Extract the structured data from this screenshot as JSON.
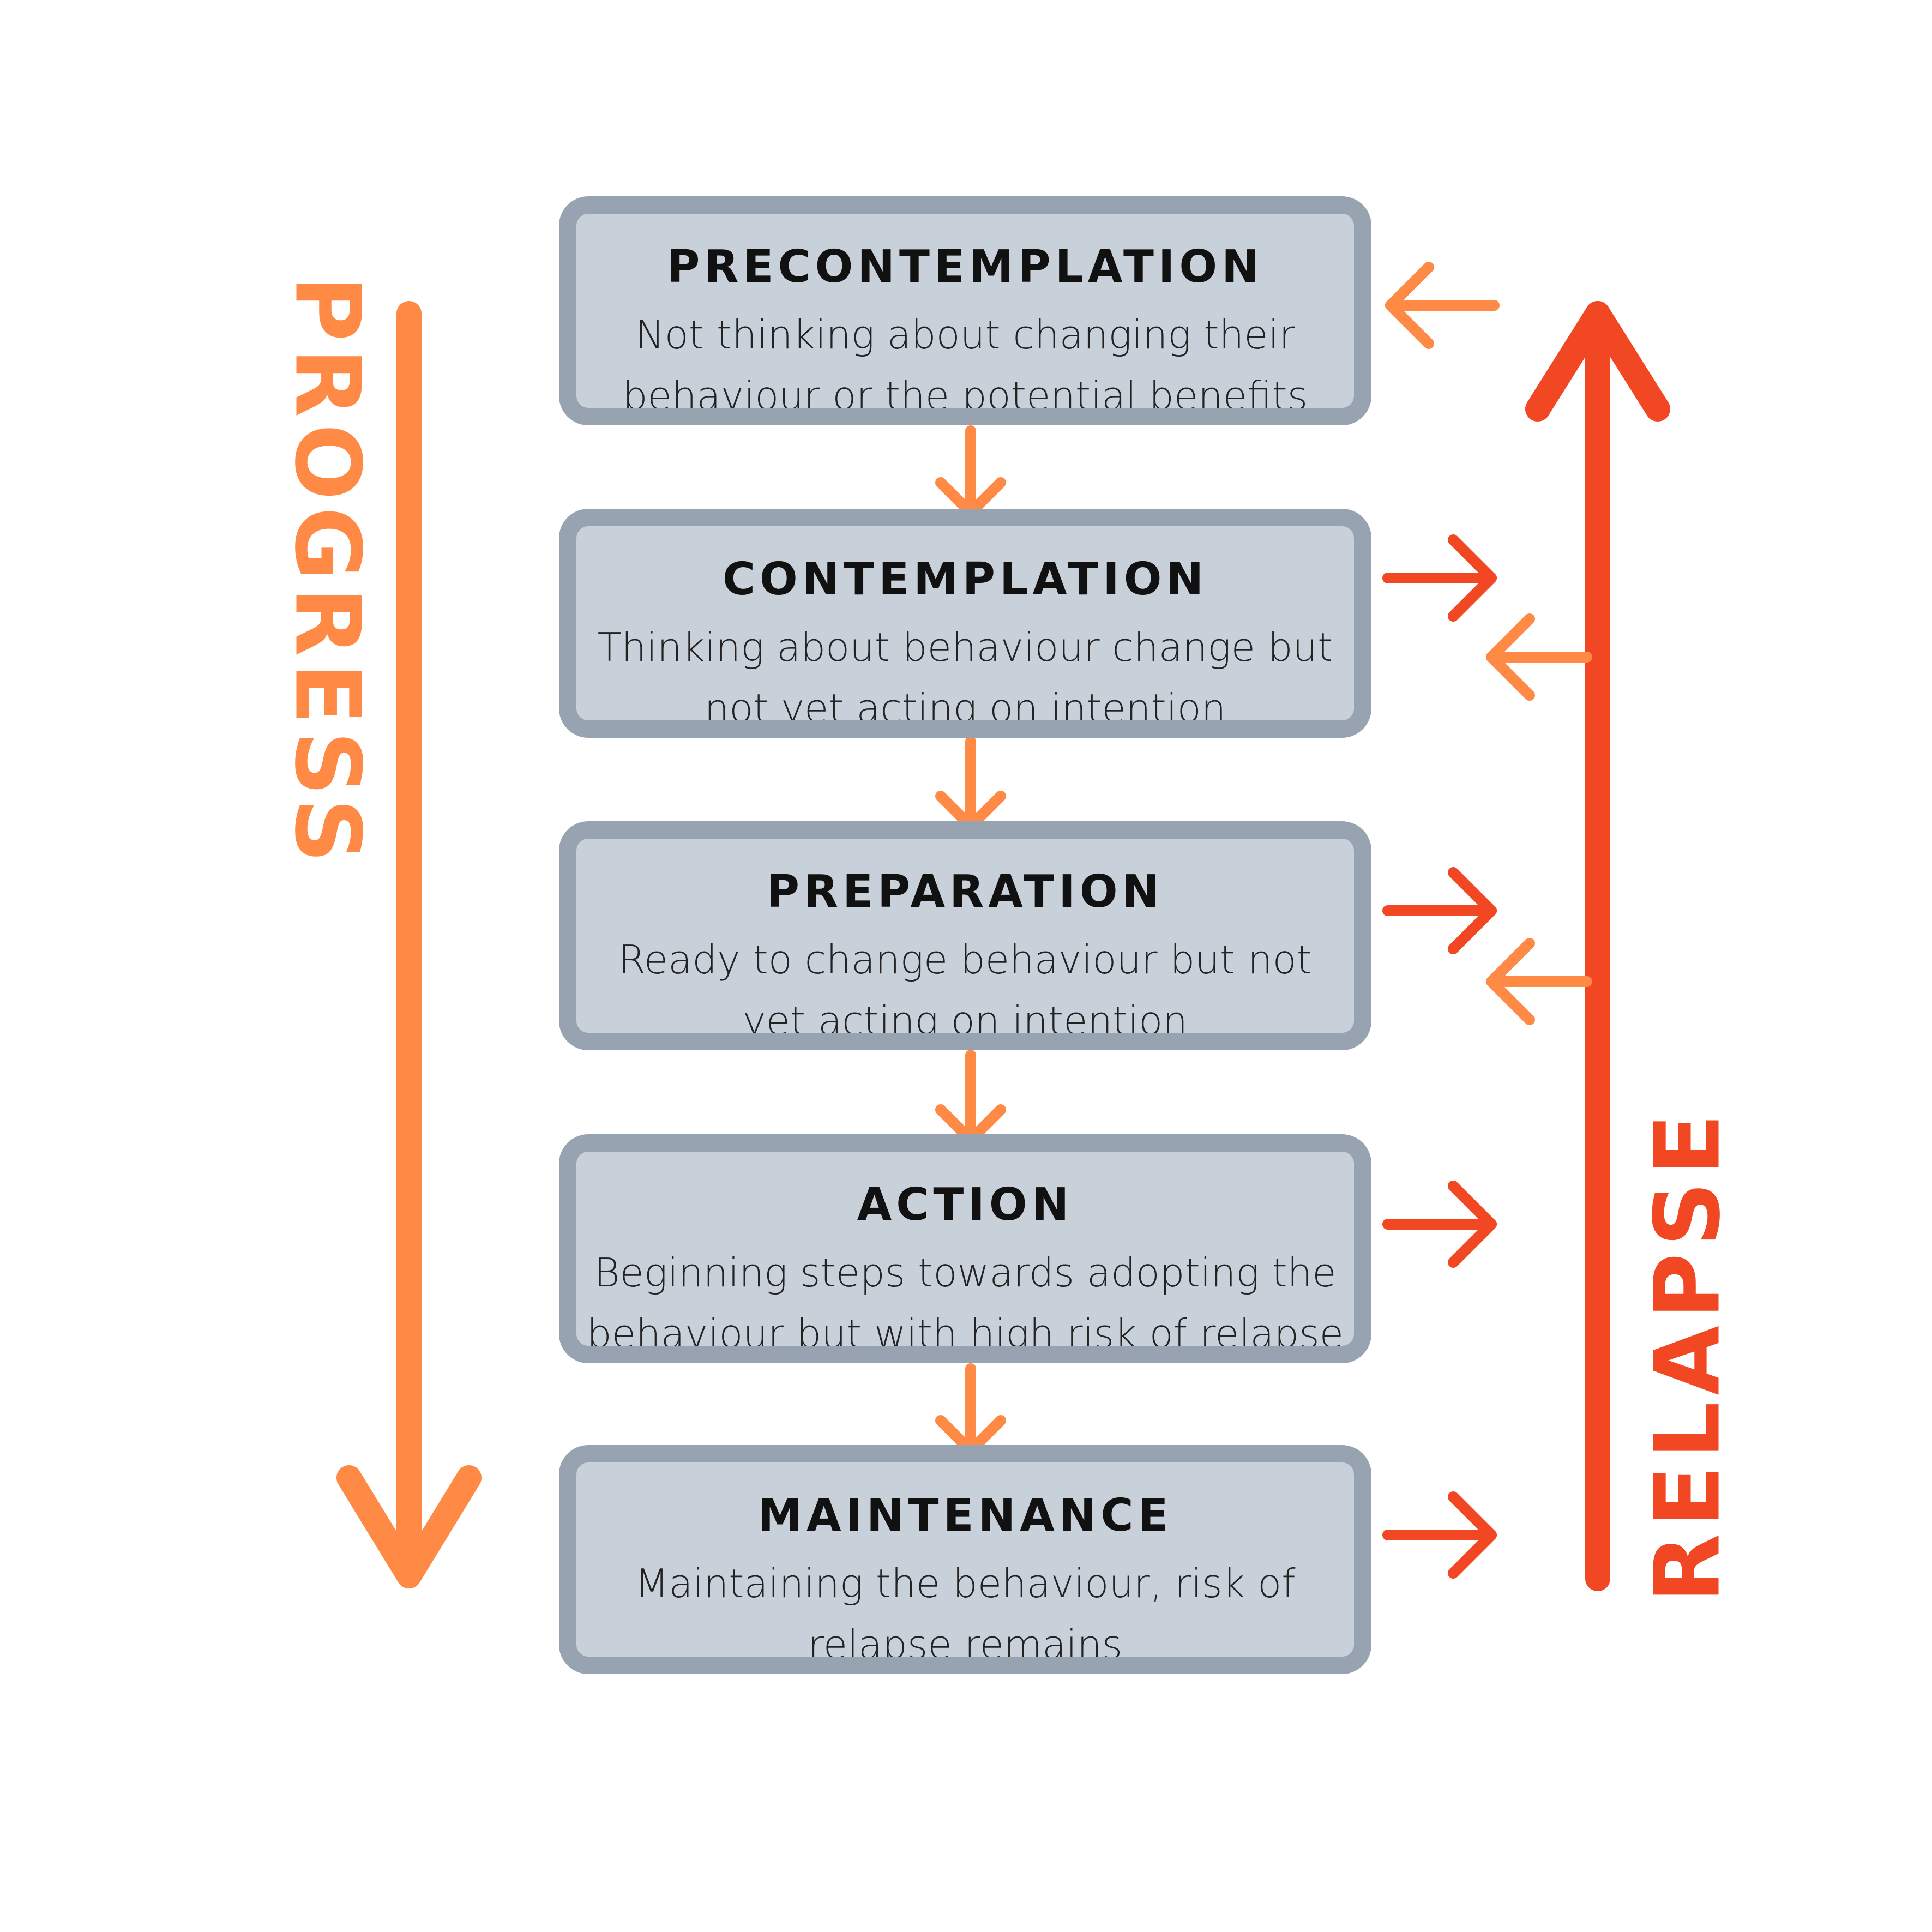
{
  "stages": [
    {
      "title": "PRECONTEMPLATION",
      "description": "Not thinking about changing their behaviour or the potential benefits"
    },
    {
      "title": "CONTEMPLATION",
      "description": "Thinking about behaviour change but not yet acting on intention"
    },
    {
      "title": "PREPARATION",
      "description": "Ready to change behaviour but not yet acting on intention"
    },
    {
      "title": "ACTION",
      "description": "Beginning steps towards adopting the behaviour but with high risk of relapse"
    },
    {
      "title": "MAINTENANCE",
      "description": "Maintaining the behaviour, risk of relapse remains"
    }
  ],
  "progress_label": "PROGRESS",
  "relapse_label": "RELAPSE",
  "colors": {
    "progress": "#ff8a46",
    "relapse": "#f24723",
    "box_fill": "#c8d0da",
    "box_border": "#97a3b0"
  }
}
